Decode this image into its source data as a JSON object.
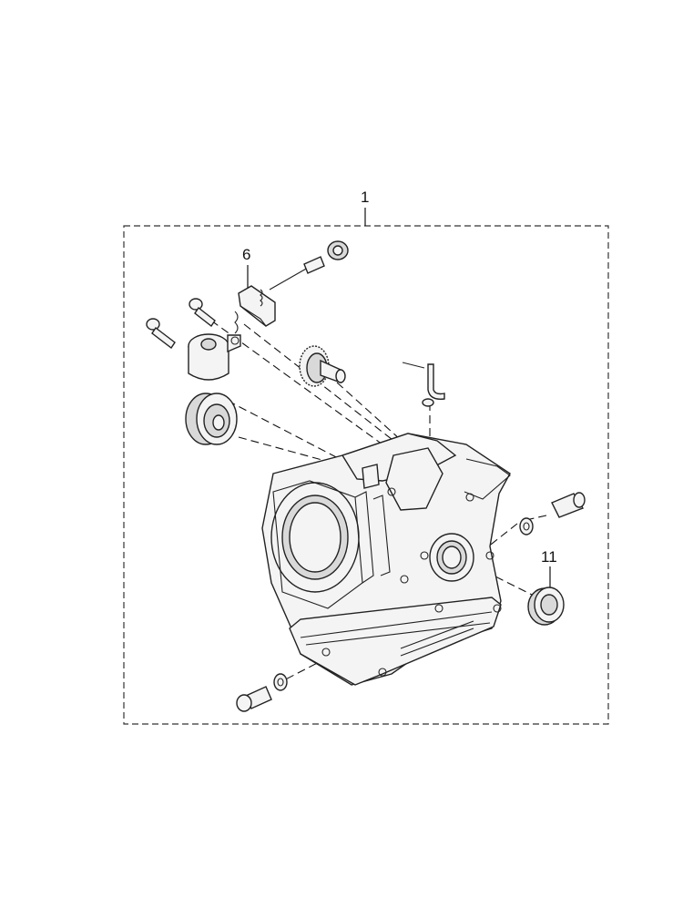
{
  "callouts": {
    "assembly": "1",
    "governor_arm": "6",
    "oil_seal": "11"
  }
}
